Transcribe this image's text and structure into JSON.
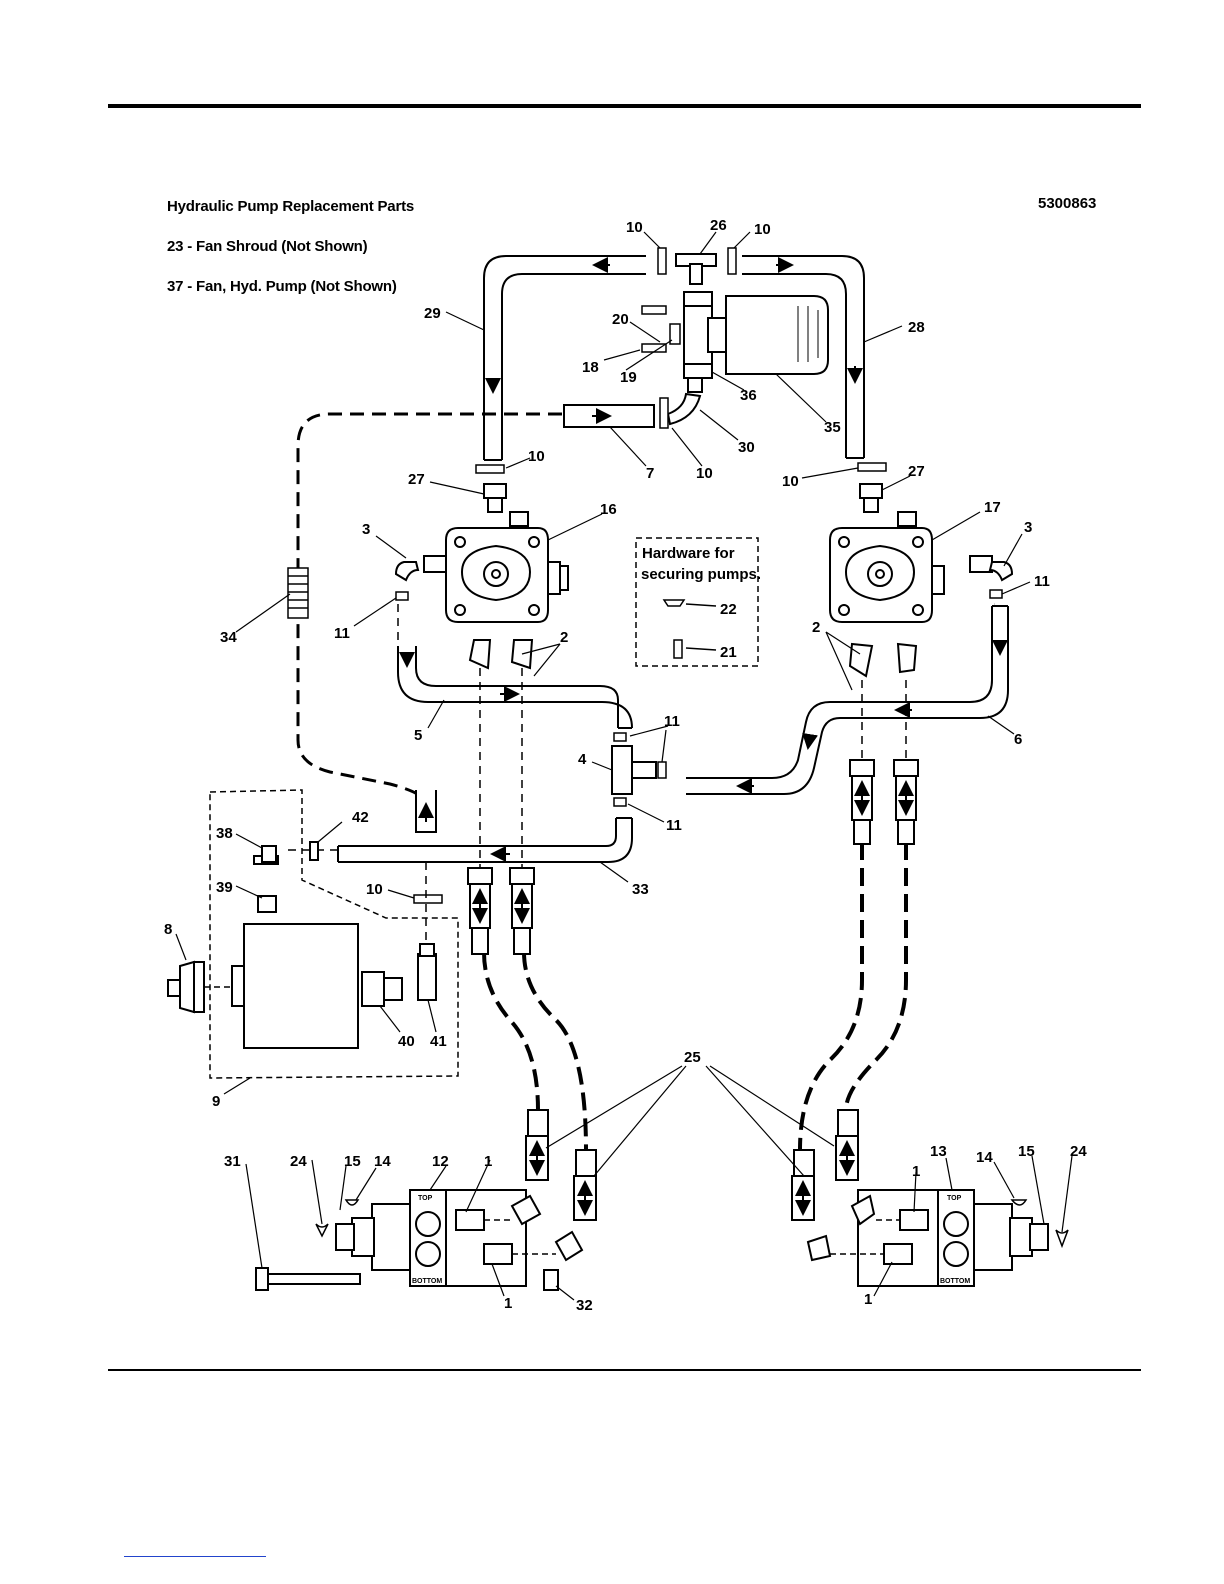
{
  "header": {
    "title": "Hydraulic Pump Replacement Parts",
    "note_23": "23 - Fan Shroud (Not Shown)",
    "note_37": "37 - Fan, Hyd. Pump (Not Shown)",
    "drawing_number": "5300863"
  },
  "hardware_box": {
    "line1": "Hardware for",
    "line2": "securing pumps."
  },
  "valve_labels": {
    "top": "TOP",
    "bottom": "BOTTOM"
  },
  "callouts": {
    "c10a": "10",
    "c26": "26",
    "c10b": "10",
    "c29": "29",
    "c28": "28",
    "c20": "20",
    "c18": "18",
    "c19": "19",
    "c36": "36",
    "c35": "35",
    "c30": "30",
    "c10c": "10",
    "c7": "7",
    "c10d": "10",
    "c27a": "27",
    "c10e": "10",
    "c27b": "27",
    "c3a": "3",
    "c16": "16",
    "c17": "17",
    "c3b": "3",
    "c11a": "11",
    "c11b": "11",
    "c22": "22",
    "c21": "21",
    "c34": "34",
    "c2a": "2",
    "c2b": "2",
    "c5": "5",
    "c6": "6",
    "c11c": "11",
    "c4": "4",
    "c11d": "11",
    "c38": "38",
    "c42": "42",
    "c33": "33",
    "c39": "39",
    "c10f": "10",
    "c8": "8",
    "c40": "40",
    "c41": "41",
    "c9": "9",
    "c25": "25",
    "c31": "31",
    "c24a": "24",
    "c15a": "15",
    "c14a": "14",
    "c12": "12",
    "c1a": "1",
    "c1b": "1",
    "c32": "32",
    "c13": "13",
    "c14b": "14",
    "c15b": "15",
    "c24b": "24",
    "c1c": "1",
    "c1d": "1"
  }
}
